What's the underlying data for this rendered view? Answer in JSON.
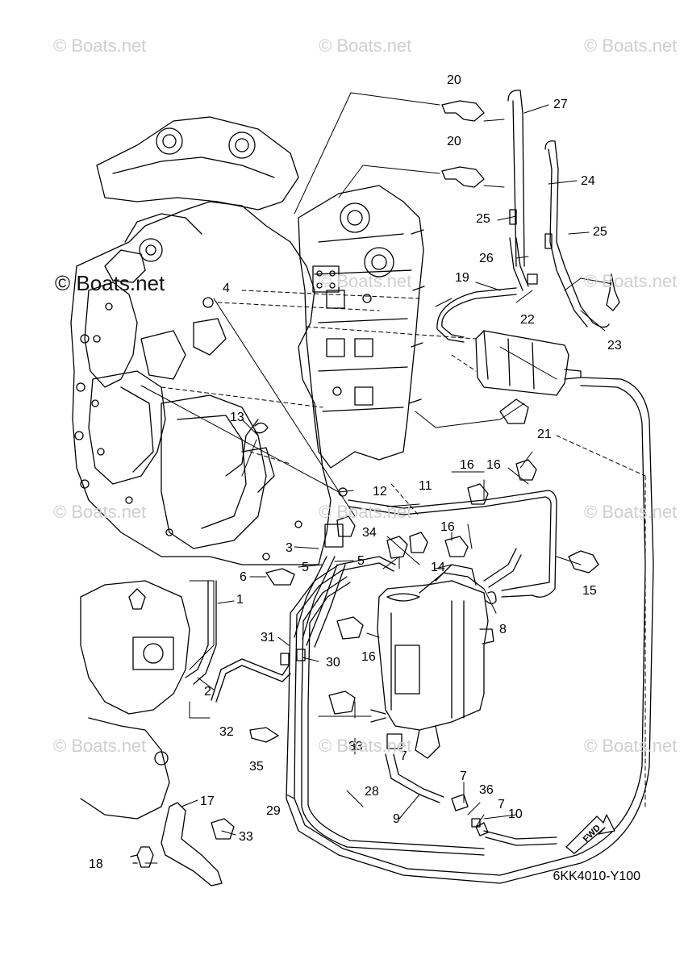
{
  "watermarks": {
    "light": "© Boats.net",
    "dark": "© Boats.net"
  },
  "diagram_code": "6KK4010-Y100",
  "fwd_label": "FWD",
  "callouts": {
    "c1": "1",
    "c2": "2",
    "c3": "3",
    "c4": "4",
    "c5a": "5",
    "c5b": "5",
    "c6": "6",
    "c7a": "7",
    "c7b": "7",
    "c7c": "7",
    "c8": "8",
    "c9": "9",
    "c10": "10",
    "c11": "11",
    "c12": "12",
    "c13": "13",
    "c14": "14",
    "c15": "15",
    "c16a": "16",
    "c16b": "16",
    "c16c": "16",
    "c16d": "16",
    "c17": "17",
    "c18": "18",
    "c19": "19",
    "c20a": "20",
    "c20b": "20",
    "c21": "21",
    "c22": "22",
    "c23": "23",
    "c24": "24",
    "c25a": "25",
    "c25b": "25",
    "c26": "26",
    "c27": "27",
    "c28": "28",
    "c29": "29",
    "c30": "30",
    "c31": "31",
    "c32": "32",
    "c33a": "33",
    "c33b": "33",
    "c34": "34",
    "c35": "35",
    "c36": "36"
  }
}
